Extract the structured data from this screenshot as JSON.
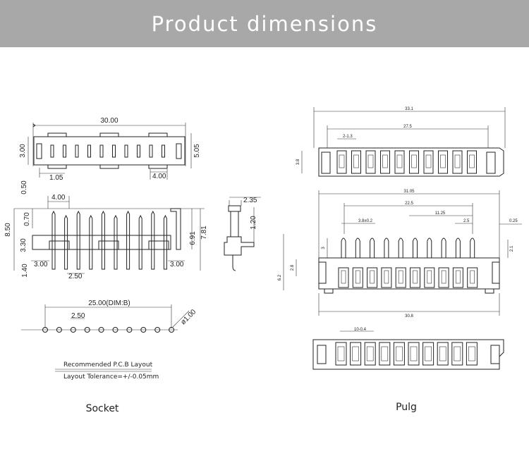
{
  "header": {
    "title": "Product dimensions"
  },
  "socket": {
    "caption": "Socket",
    "top_view": {
      "width": "30.00",
      "height": "3.00",
      "depth": "5.05",
      "offset": "1.05",
      "slot": "4.00"
    },
    "side_view": {
      "edge": "0.50",
      "pin_offset": "4.00",
      "tip": "0.70",
      "total": "8.50",
      "base": "3.30",
      "lower": "1.40",
      "left_space": "3.00",
      "pitch": "2.50",
      "right_space": "3.00",
      "pin_height": "6.91",
      "body_height": "7.81"
    },
    "end_view": {
      "width": "2.35",
      "height": "1.20"
    },
    "pcb": {
      "span": "25.00(DIM:B)",
      "pitch": "2.50",
      "hole": "ø1.00"
    },
    "layout_note": "Recommended P.C.B Layout",
    "tolerance": "Layout Tolerance=+/-0.05mm"
  },
  "plug": {
    "caption": "Pulg",
    "top_view": {
      "width": "33.1",
      "inner": "27.5",
      "pitch": "2-1.3",
      "height": "3.8"
    },
    "front_view": {
      "width": "31.05",
      "span": "22.5",
      "gap": "3.8±0.2",
      "half": "11.25",
      "pitch": "2.5",
      "edge": "0.25",
      "left_h": "3",
      "right_h": "2.1",
      "body_h": "2.8",
      "total_h": "6.2",
      "base": "30.8"
    },
    "bottom_view": {
      "slot": "10-0.4"
    }
  }
}
